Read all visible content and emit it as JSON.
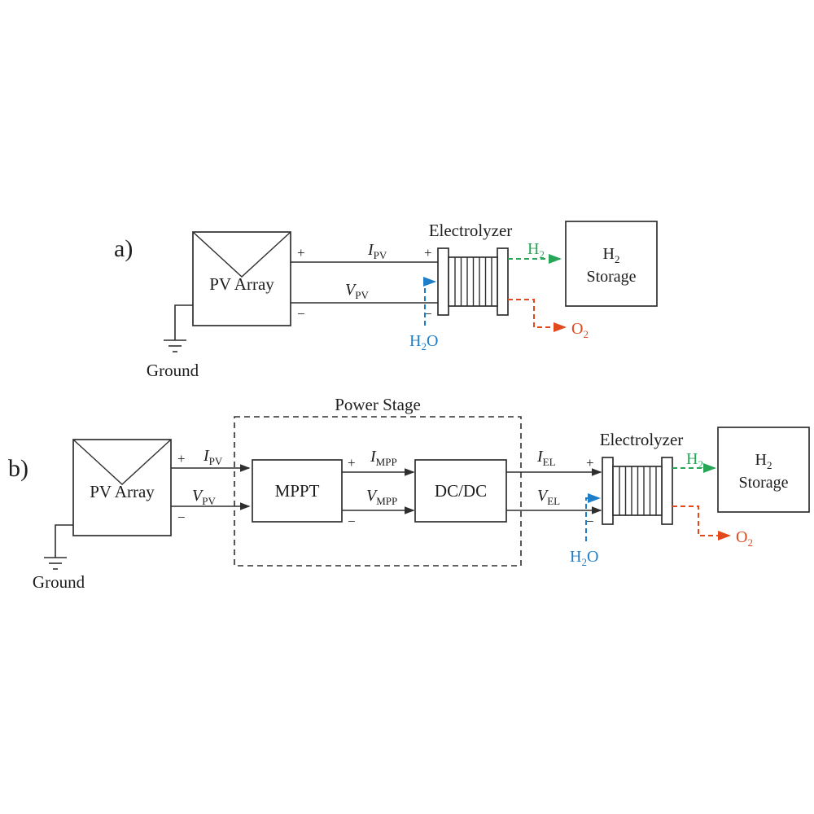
{
  "signs": {
    "plus": "+",
    "minus": "−"
  },
  "colors": {
    "wire": "#2f2f2f",
    "h2_green": "#27a658",
    "h2o_blue": "#1e7ec8",
    "o2_red": "#e2491d"
  },
  "diagram_a": {
    "tag": "a)",
    "pv_array_label": "PV Array",
    "ground_label": "Ground",
    "electrolyzer_label": "Electrolyzer",
    "i_pv": {
      "sym": "I",
      "sub": "PV"
    },
    "v_pv": {
      "sym": "V",
      "sub": "PV"
    },
    "h2": {
      "sym": "H",
      "sub": "2"
    },
    "h2o": {
      "p1": "H",
      "p2": "2",
      "p3": "O"
    },
    "o2": {
      "sym": "O",
      "sub": "2"
    },
    "storage": {
      "line1_sym": "H",
      "line1_sub": "2",
      "line2": "Storage"
    }
  },
  "diagram_b": {
    "tag": "b)",
    "pv_array_label": "PV Array",
    "ground_label": "Ground",
    "power_stage_label": "Power Stage",
    "mppt_label": "MPPT",
    "dcdc_label": "DC/DC",
    "electrolyzer_label": "Electrolyzer",
    "i_pv": {
      "sym": "I",
      "sub": "PV"
    },
    "v_pv": {
      "sym": "V",
      "sub": "PV"
    },
    "i_mpp": {
      "sym": "I",
      "sub": "MPP"
    },
    "v_mpp": {
      "sym": "V",
      "sub": "MPP"
    },
    "i_el": {
      "sym": "I",
      "sub": "EL"
    },
    "v_el": {
      "sym": "V",
      "sub": "EL"
    },
    "h2": {
      "sym": "H",
      "sub": "2"
    },
    "h2o": {
      "p1": "H",
      "p2": "2",
      "p3": "O"
    },
    "o2": {
      "sym": "O",
      "sub": "2"
    },
    "storage": {
      "line1_sym": "H",
      "line1_sub": "2",
      "line2": "Storage"
    }
  }
}
